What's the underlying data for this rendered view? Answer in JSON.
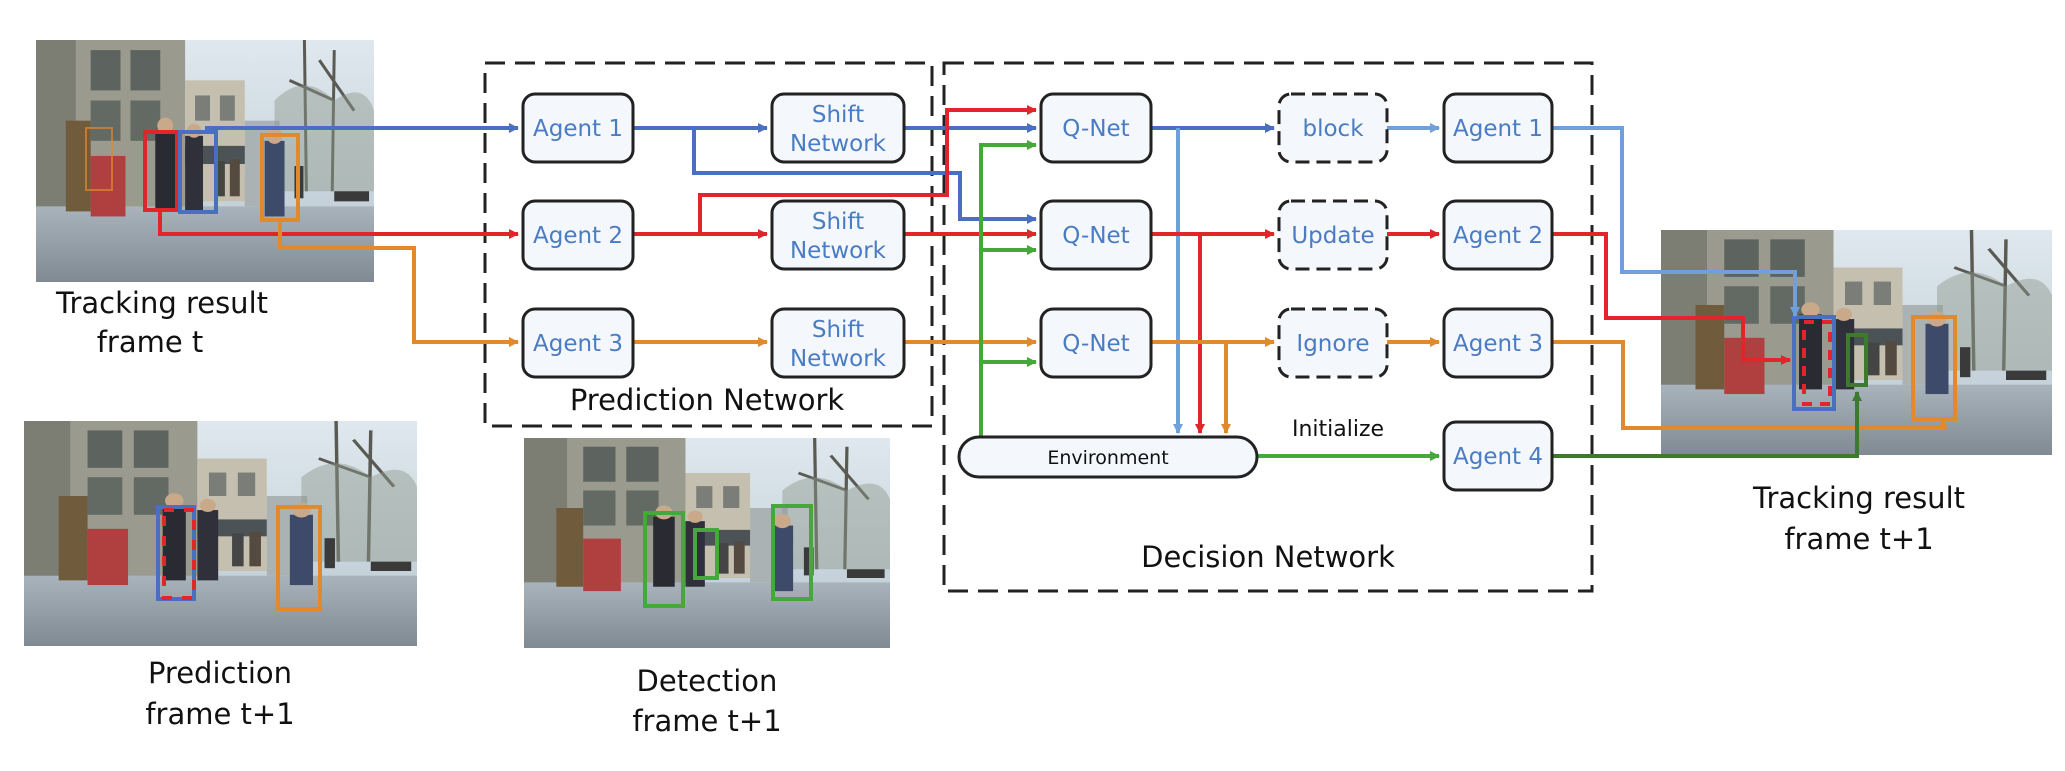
{
  "colors": {
    "blue": "#4a6fc0",
    "light_blue": "#6fa0dc",
    "red": "#e0262b",
    "orange": "#e0892d",
    "green": "#46a83a",
    "node_text": "#4a7cc4",
    "box_fill": "#f4f7fc"
  },
  "prediction_network": {
    "title": "Prediction Network",
    "agents": [
      "Agent 1",
      "Agent 2",
      "Agent 3"
    ],
    "shift_line1": "Shift",
    "shift_line2": "Network"
  },
  "decision_network": {
    "title": "Decision Network",
    "qnet": "Q-Net",
    "actions": [
      "block",
      "Update",
      "Ignore"
    ],
    "output_agents": [
      "Agent 1",
      "Agent 2",
      "Agent 3",
      "Agent 4"
    ],
    "environment": "Environment",
    "initialize": "Initialize"
  },
  "images": {
    "tracking_t": {
      "line1": "Tracking result",
      "line2": "frame t"
    },
    "prediction": {
      "line1": "Prediction",
      "line2": "frame t+1"
    },
    "detection": {
      "line1": "Detection",
      "line2": "frame t+1"
    },
    "tracking_t1": {
      "line1": "Tracking result",
      "line2": "frame t+1"
    }
  }
}
